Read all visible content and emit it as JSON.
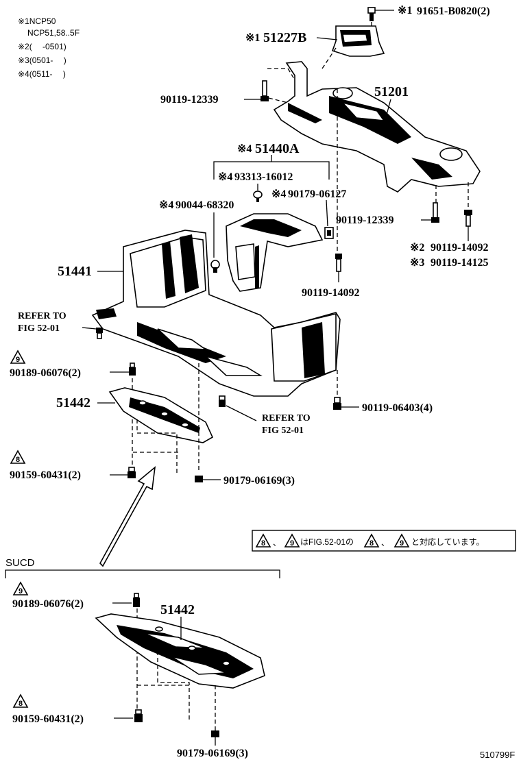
{
  "notes": [
    "※1NCP50",
    "NCP51,58..5F",
    "※2(　 -0501)",
    "※3(0501-　 )",
    "※4(0511-　 )"
  ],
  "labels": {
    "p_91651": "91651-B0820(2)",
    "p_91651_mark": "※1",
    "p_51227b": "51227B",
    "p_51227b_mark": "※1",
    "p_90119_12339_a": "90119-12339",
    "p_51201": "51201",
    "p_51440a": "51440A",
    "p_51440a_mark": "※4",
    "p_93313": "93313-16012",
    "p_93313_mark": "※4",
    "p_90179_06127": "90179-06127",
    "p_90179_06127_mark": "※4",
    "p_90044": "90044-68320",
    "p_90044_mark": "※4",
    "p_90119_12339_b": "90119-12339",
    "p_90119_14092_a": "90119-14092",
    "p_90119_14092_a_mark": "※2",
    "p_90119_14125": "90119-14125",
    "p_90119_14125_mark": "※3",
    "p_51441": "51441",
    "p_90119_14092_b": "90119-14092",
    "refer1_a": "REFER TO",
    "refer1_b": "FIG 52-01",
    "tri9_a": "9",
    "p_90189_a": "90189-06076(2)",
    "p_51442_a": "51442",
    "p_90119_06403": "90119-06403(4)",
    "refer2_a": "REFER TO",
    "refer2_b": "FIG 52-01",
    "tri8_a": "8",
    "p_90159_a": "90159-60431(2)",
    "p_90179_06169_a": "90179-06169(3)",
    "legend_tri8": "8",
    "legend_tri9": "9",
    "legend_mid": "、",
    "legend_text1": "はFIG.52-01の",
    "legend_tri8b": "8",
    "legend_mid2": "、",
    "legend_tri9b": "9",
    "legend_text2": "と対応しています。",
    "sucd": "SUCD",
    "tri9_b": "9",
    "p_90189_b": "90189-06076(2)",
    "p_51442_b": "51442",
    "tri8_b": "8",
    "p_90159_b": "90159-60431(2)",
    "p_90179_06169_b": "90179-06169(3)",
    "fig_no": "510799F"
  }
}
